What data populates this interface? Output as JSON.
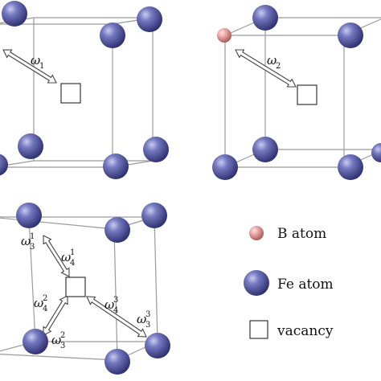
{
  "colors": {
    "fe": "#5a5fa6",
    "b": "#e49a9a",
    "edge": "#9a9a9a"
  },
  "panels": [
    {
      "id": "panel-1",
      "labels": [
        {
          "sym": "ω",
          "sub": "1",
          "sup": ""
        }
      ]
    },
    {
      "id": "panel-2",
      "labels": [
        {
          "sym": "ω",
          "sub": "2",
          "sup": ""
        }
      ]
    },
    {
      "id": "panel-3",
      "labels": [
        {
          "sym": "ω",
          "sub": "3",
          "sup": "1"
        },
        {
          "sym": "ω",
          "sub": "4",
          "sup": "1"
        },
        {
          "sym": "ω",
          "sub": "4",
          "sup": "2"
        },
        {
          "sym": "ω",
          "sub": "3",
          "sup": "2"
        },
        {
          "sym": "ω",
          "sub": "4",
          "sup": "3"
        },
        {
          "sym": "ω",
          "sub": "3",
          "sup": "3"
        }
      ]
    }
  ],
  "legend": {
    "b_atom": "B atom",
    "fe_atom": "Fe atom",
    "vacancy": "vacancy"
  }
}
